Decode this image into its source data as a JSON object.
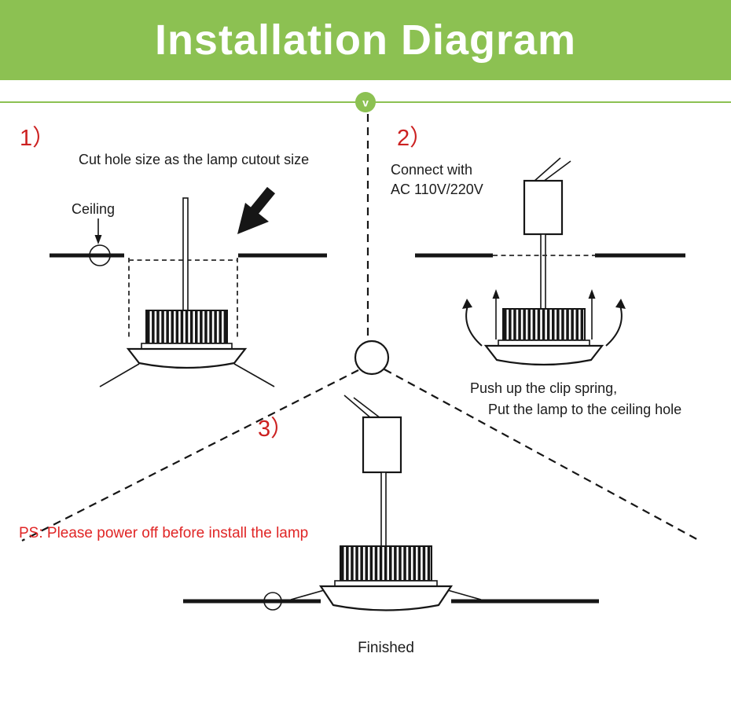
{
  "header": {
    "title": "Installation Diagram"
  },
  "divider": {
    "marker": "v"
  },
  "steps": {
    "step1": {
      "number": "1）",
      "instruction": "Cut hole size as the lamp cutout size",
      "ceiling_label": "Ceiling"
    },
    "step2": {
      "number": "2）",
      "connect_line1": "Connect with",
      "connect_line2": "AC 110V/220V",
      "note_line1": "Push up the clip spring,",
      "note_line2": "Put the lamp to the ceiling hole"
    },
    "step3": {
      "number": "3）",
      "warning": "PS: Please power off before install the lamp",
      "finished_label": "Finished"
    }
  },
  "colors": {
    "accent_green": "#8CC152",
    "step_number_red": "#CC2121",
    "warning_red": "#E02525",
    "line_black": "#161616"
  }
}
